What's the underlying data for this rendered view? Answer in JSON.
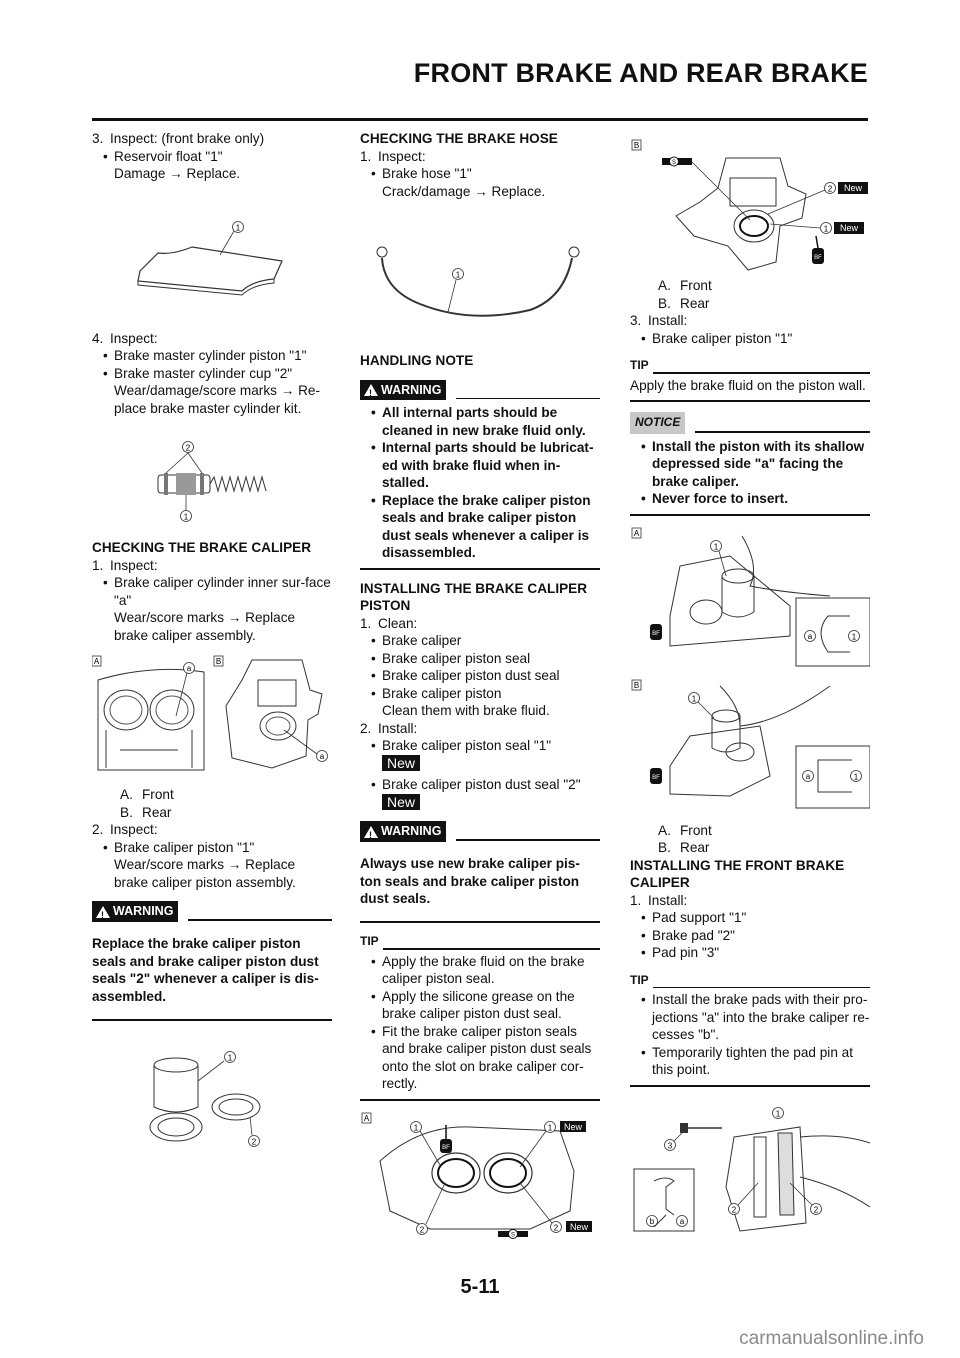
{
  "header": {
    "title": "FRONT BRAKE AND REAR BRAKE"
  },
  "footer": {
    "page_number": "5-11",
    "watermark": "carmanualsonline.info"
  },
  "column1": {
    "step3": {
      "num": "3.",
      "label": "Inspect: (front brake only)",
      "bullet": "Reservoir float \"1\"",
      "result": "Damage → Replace."
    },
    "fig1": {
      "callouts": [
        "①"
      ]
    },
    "step4": {
      "num": "4.",
      "label": "Inspect:",
      "bullets": [
        "Brake master cylinder piston \"1\"",
        "Brake master cylinder cup \"2\""
      ],
      "result": "Wear/damage/score marks → Re-place brake master cylinder kit."
    },
    "fig2": {
      "callouts": [
        "②",
        "①"
      ]
    },
    "section_caliper": {
      "heading": "CHECKING THE BRAKE CALIPER",
      "step1": {
        "num": "1.",
        "label": "Inspect:",
        "bullet": "Brake caliper cylinder inner sur-face \"a\"",
        "result": "Wear/score marks → Replace brake caliper assembly."
      },
      "fig3": {
        "label_a": "A",
        "label_b": "B",
        "callout": "ⓐ"
      },
      "legend": [
        {
          "key": "A.",
          "value": "Front"
        },
        {
          "key": "B.",
          "value": "Rear"
        }
      ],
      "step2": {
        "num": "2.",
        "label": "Inspect:",
        "bullet": "Brake caliper piston \"1\"",
        "result": "Wear/score marks → Replace brake caliper piston assembly."
      },
      "warning": {
        "badge": "WARNING",
        "text": "Replace the brake caliper piston seals and brake caliper piston dust seals \"2\" whenever a caliper is dis-assembled."
      },
      "fig4": {
        "callouts": [
          "①",
          "②"
        ]
      }
    }
  },
  "column2": {
    "section_hose": {
      "heading": "CHECKING THE BRAKE HOSE",
      "step1": {
        "num": "1.",
        "label": "Inspect:",
        "bullet": "Brake hose \"1\"",
        "result": "Crack/damage → Replace."
      },
      "fig": {
        "callout": "①"
      }
    },
    "handling": {
      "heading": "HANDLING NOTE",
      "warning_badge": "WARNING",
      "bullets": [
        "All internal parts should be cleaned in new brake fluid only.",
        "Internal parts should be lubricat-ed with brake fluid when in-stalled.",
        "Replace the brake caliper piston seals and brake caliper piston dust seals whenever a caliper is disassembled."
      ]
    },
    "section_install_piston": {
      "heading": "INSTALLING THE BRAKE CALIPER PISTON",
      "step1": {
        "num": "1.",
        "label": "Clean:",
        "bullets": [
          "Brake caliper",
          "Brake caliper piston seal",
          "Brake caliper piston dust seal",
          "Brake caliper piston"
        ],
        "result": "Clean them with brake fluid."
      },
      "step2": {
        "num": "2.",
        "label": "Install:",
        "bullets": [
          "Brake caliper piston seal \"1\"",
          "Brake caliper piston dust seal \"2\""
        ],
        "new_badge": "New"
      },
      "warning": {
        "badge": "WARNING",
        "text": "Always use new brake caliper pis-ton seals and brake caliper piston dust seals."
      },
      "tip": {
        "label": "TIP",
        "bullets": [
          "Apply the brake fluid on the brake caliper piston seal.",
          "Apply the silicone grease on the brake caliper piston dust seal.",
          "Fit the brake caliper piston seals and brake caliper piston dust seals onto the slot on brake caliper cor-rectly."
        ]
      },
      "fig": {
        "label": "A",
        "callouts": [
          "①",
          "①",
          "②",
          "②"
        ],
        "new": "New",
        "bf": "BF",
        "s": "S"
      }
    }
  },
  "column3": {
    "fig_b": {
      "label": "B",
      "callouts": [
        "②",
        "①"
      ],
      "new": "New",
      "bf": "BF",
      "s": "S"
    },
    "legend": [
      {
        "key": "A.",
        "value": "Front"
      },
      {
        "key": "B.",
        "value": "Rear"
      }
    ],
    "step3": {
      "num": "3.",
      "label": "Install:",
      "bullet": "Brake caliper piston \"1\""
    },
    "tip": {
      "label": "TIP",
      "text": "Apply the brake fluid on the piston wall."
    },
    "notice": {
      "badge": "NOTICE",
      "bullets": [
        "Install the piston with its shallow depressed side \"a\" facing the brake caliper.",
        "Never force to insert."
      ]
    },
    "fig_ab": {
      "label_a": "A",
      "label_b": "B",
      "callout_1": "①",
      "callout_a": "ⓐ",
      "bf": "BF"
    },
    "legend2": [
      {
        "key": "A.",
        "value": "Front"
      },
      {
        "key": "B.",
        "value": "Rear"
      }
    ],
    "section_front_caliper": {
      "heading": "INSTALLING THE FRONT BRAKE CALIPER",
      "step1": {
        "num": "1.",
        "label": "Install:",
        "bullets": [
          "Pad support \"1\"",
          "Brake pad \"2\"",
          "Pad pin \"3\""
        ]
      },
      "tip": {
        "label": "TIP",
        "bullets": [
          "Install the brake pads with their pro-jections \"a\" into the brake caliper re-cesses \"b\".",
          "Temporarily tighten the pad pin at this point."
        ]
      },
      "fig": {
        "callouts": [
          "①",
          "②",
          "②",
          "③",
          "ⓑ",
          "ⓐ"
        ]
      }
    }
  }
}
